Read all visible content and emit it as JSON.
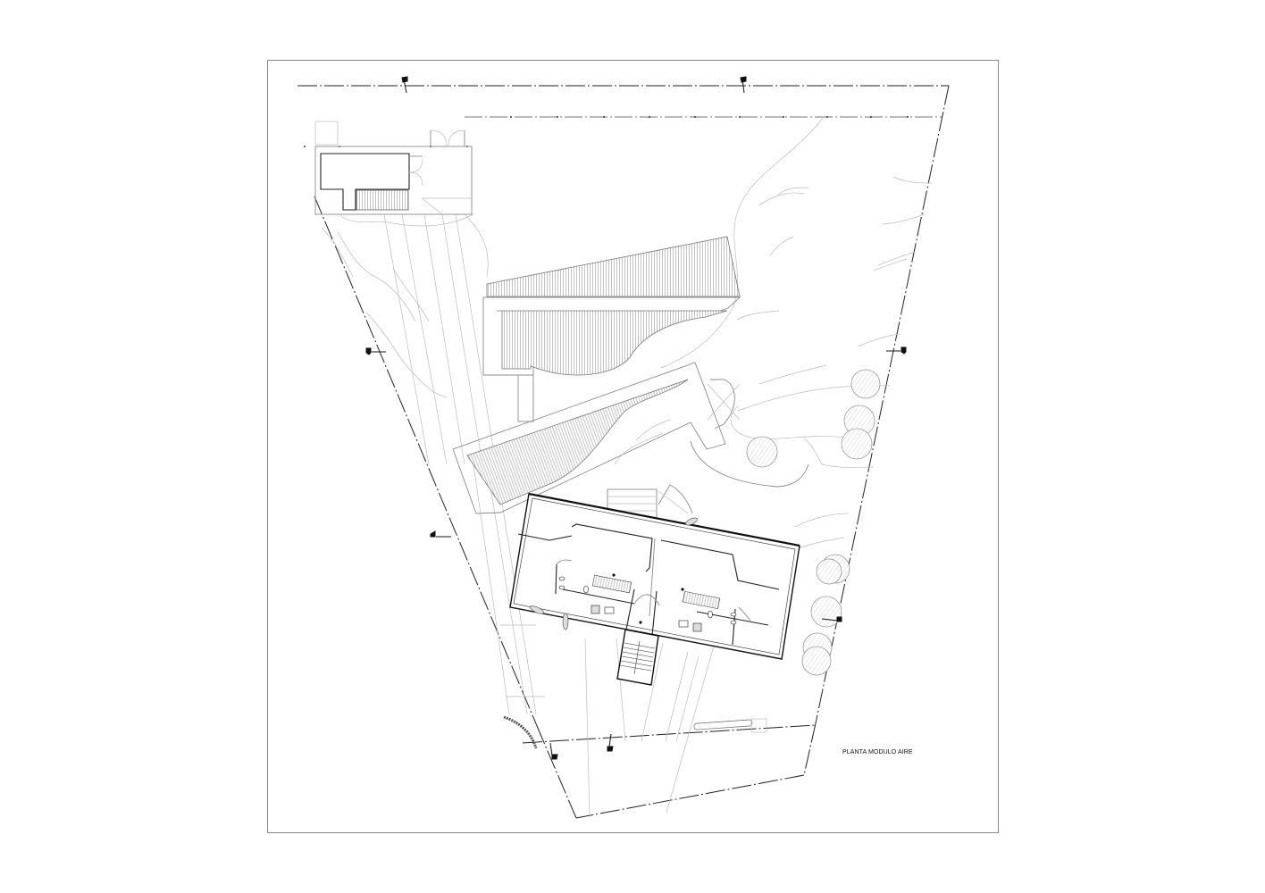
{
  "drawing": {
    "title": "PLANTA MODULO AIRE",
    "type": "architectural site plan",
    "colors": {
      "background": "#ffffff",
      "frame": "#8a8a8a",
      "linework_dark": "#111111",
      "linework_light": "#bdbdbd",
      "hatch": "#9a9a9a"
    }
  },
  "section_markers": [
    {
      "id": "top-left",
      "icon": "section-arrow-icon"
    },
    {
      "id": "top-right",
      "icon": "section-arrow-icon"
    },
    {
      "id": "left-mid",
      "icon": "section-arrow-icon"
    },
    {
      "id": "right-mid",
      "icon": "section-arrow-icon"
    },
    {
      "id": "left-lower",
      "icon": "section-arrow-icon"
    },
    {
      "id": "right-lower",
      "icon": "section-arrow-icon"
    },
    {
      "id": "bottom-left",
      "icon": "section-arrow-icon"
    },
    {
      "id": "bottom-mid",
      "icon": "section-arrow-icon"
    }
  ],
  "elements": {
    "site_boundary": "dash-dot property line",
    "upper_module": "small rectangular building with stair",
    "roof_terraces": 2,
    "main_module": "apartment floor plan with two units and central stair",
    "trees": 9
  }
}
